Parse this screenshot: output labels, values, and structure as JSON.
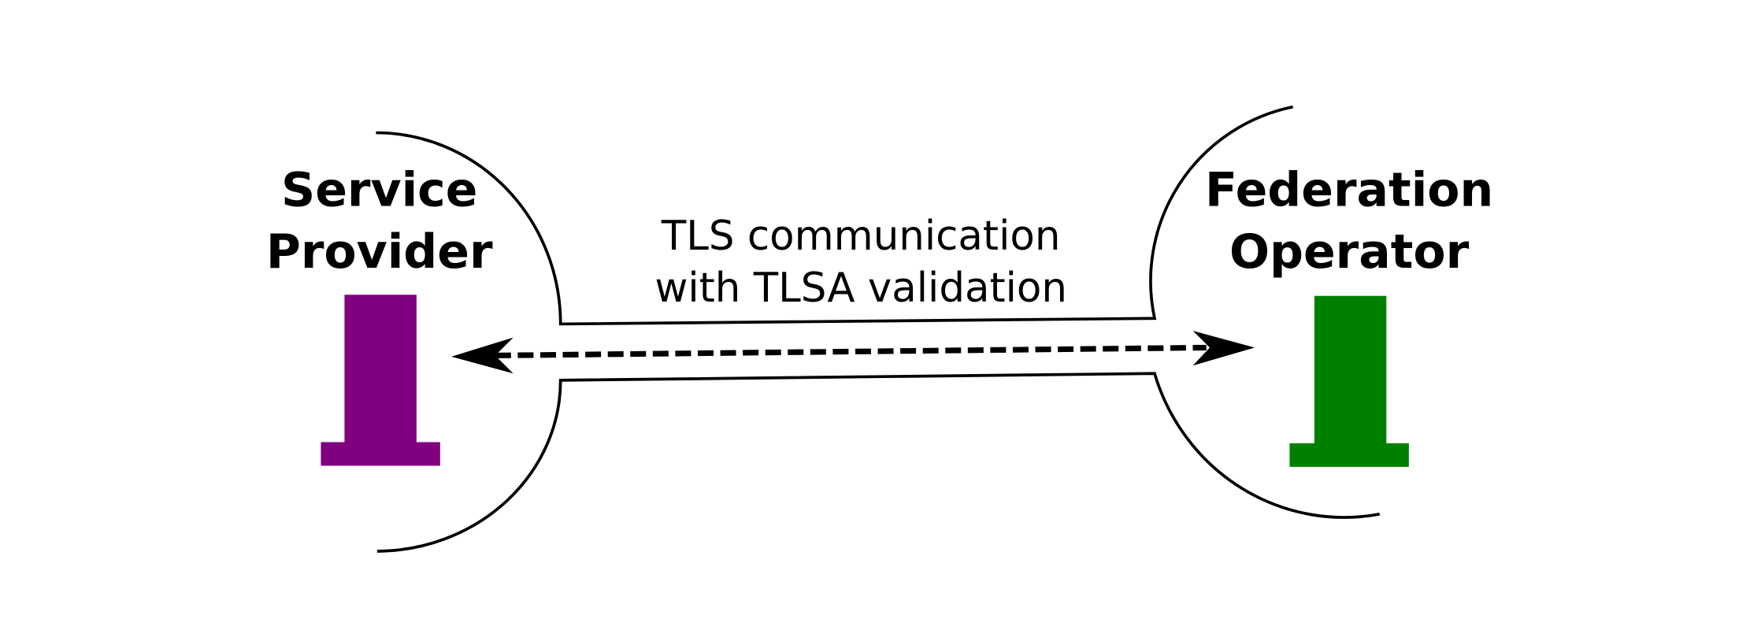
{
  "diagram": {
    "service_provider": {
      "line1": "Service",
      "line2": "Provider",
      "color": "#800080"
    },
    "federation_operator": {
      "line1": "Federation",
      "line2": "Operator",
      "color": "#008000"
    },
    "link": {
      "line1": "TLS communication",
      "line2": "with TLSA validation"
    }
  }
}
